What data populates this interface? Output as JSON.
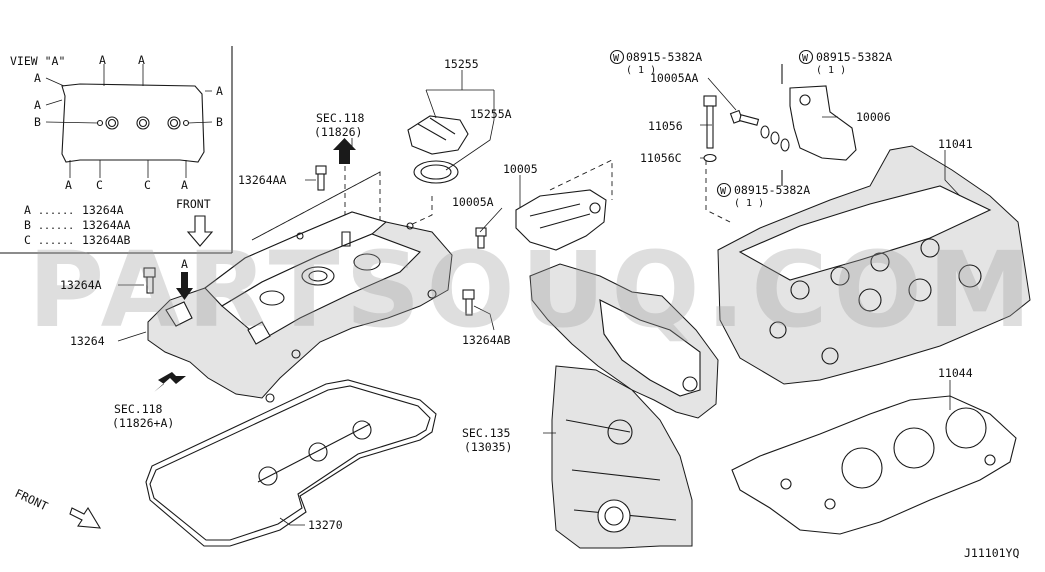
{
  "watermark": "PARTSOUQ.COM",
  "diagram_id": "J11101YQ",
  "view_a": {
    "title": "VIEW \"A\"",
    "markers": [
      "A",
      "B",
      "C"
    ],
    "legend": [
      {
        "key": "A",
        "dots": "......",
        "part": "13264A"
      },
      {
        "key": "B",
        "dots": "......",
        "part": "13264AA"
      },
      {
        "key": "C",
        "dots": "......",
        "part": "13264AB"
      }
    ],
    "front_label": "FRONT"
  },
  "front_label_bottom": "FRONT",
  "arrow_a_label": "A",
  "sec_labels": {
    "sec118_top": {
      "line1": "SEC.118",
      "line2": "(11826)"
    },
    "sec118_bottom": {
      "line1": "SEC.118",
      "line2": "(11826+A)"
    },
    "sec135": {
      "line1": "SEC.135",
      "line2": "(13035)"
    }
  },
  "parts": {
    "p15255": "15255",
    "p15255A": "15255A",
    "p13264AA": "13264AA",
    "p13264A": "13264A",
    "p13264": "13264",
    "p13270": "13270",
    "p10005": "10005",
    "p10005A": "10005A",
    "p13264AB": "13264AB",
    "p10005AA": "10005AA",
    "p11056": "11056",
    "p11056C": "11056C",
    "p10006": "10006",
    "p11041": "11041",
    "p11044": "11044"
  },
  "washers": [
    {
      "symbol": "W",
      "part": "08915-5382A",
      "qty": "( 1 )"
    },
    {
      "symbol": "W",
      "part": "08915-5382A",
      "qty": "( 1 )"
    },
    {
      "symbol": "W",
      "part": "08915-5382A",
      "qty": "( 1 )"
    }
  ]
}
